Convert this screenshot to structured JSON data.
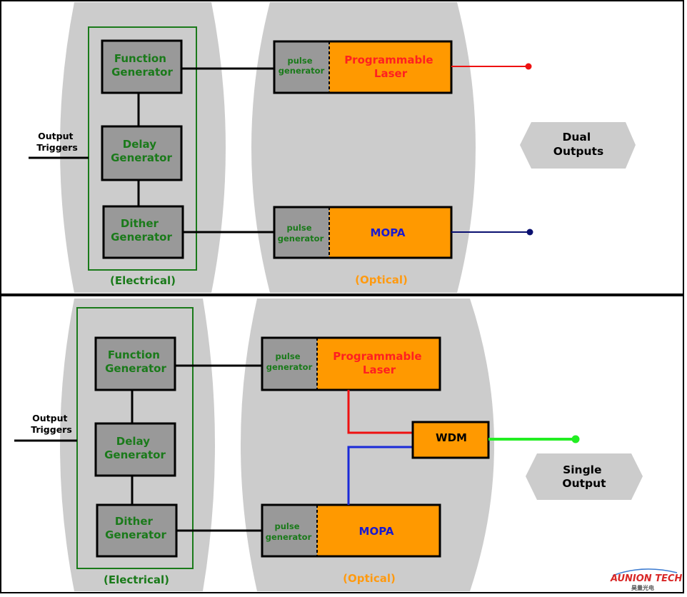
{
  "panels": [
    {
      "id": "dual",
      "elec_label": "(Electrical)",
      "opt_label": "(Optical)",
      "triggers": [
        "Output",
        "Triggers"
      ],
      "func_gen": [
        "Function",
        "Generator"
      ],
      "delay_gen": [
        "Delay",
        "Generator"
      ],
      "dither_gen": [
        "Dither",
        "Generator"
      ],
      "laser_pulse": [
        "pulse",
        "generator"
      ],
      "laser": [
        "Programmable",
        "Laser"
      ],
      "mopa_pulse": [
        "pulse",
        "generator"
      ],
      "mopa": "MOPA",
      "output": [
        "Dual",
        "Outputs"
      ]
    },
    {
      "id": "single",
      "elec_label": "(Electrical)",
      "opt_label": "(Optical)",
      "triggers": [
        "Output",
        "Triggers"
      ],
      "func_gen": [
        "Function",
        "Generator"
      ],
      "delay_gen": [
        "Delay",
        "Generator"
      ],
      "dither_gen": [
        "Dither",
        "Generator"
      ],
      "laser_pulse": [
        "pulse",
        "generator"
      ],
      "laser": [
        "Programmable",
        "Laser"
      ],
      "mopa_pulse": [
        "pulse",
        "generator"
      ],
      "mopa": "MOPA",
      "wdm": "WDM",
      "output": [
        "Single",
        "Output"
      ]
    }
  ],
  "logo": {
    "name": "AUNION TECH",
    "sub": "昊量光电"
  },
  "colors": {
    "block_gray": "#999999",
    "lens_gray": "#cccccc",
    "laser_orange": "#ff9900",
    "electrical_green": "#1a7a1a",
    "red_line": "#ee1111",
    "navy_line": "#0a1070",
    "blue_line": "#1a2ad8",
    "green_line": "#22ee22"
  }
}
